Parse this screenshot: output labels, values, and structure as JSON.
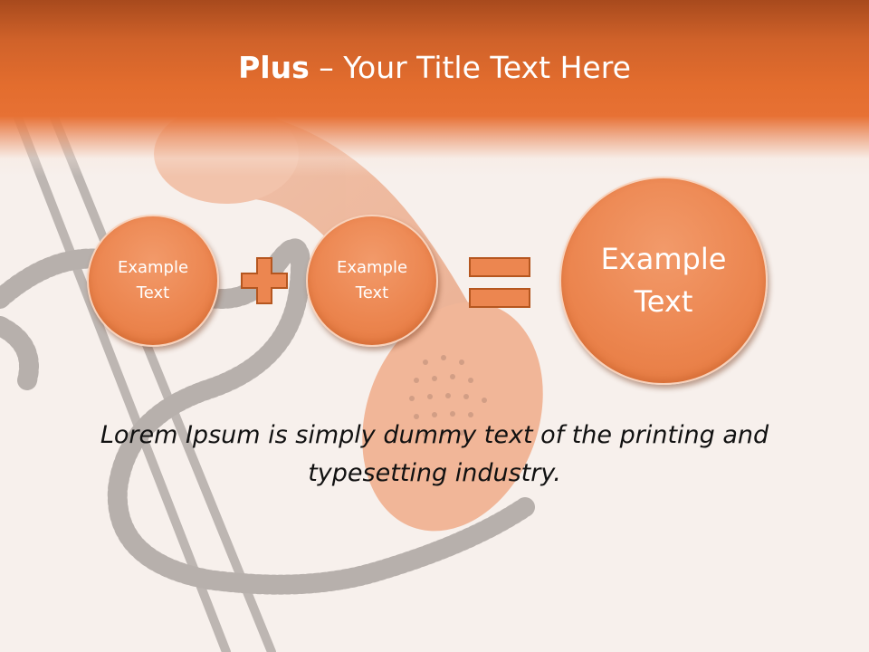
{
  "slide": {
    "title_bold": "Plus",
    "title_separator": " – ",
    "title_rest": "Your Title Text Here",
    "circle_1": {
      "line1": "Example",
      "line2": "Text"
    },
    "circle_2": {
      "line1": "Example",
      "line2": "Text"
    },
    "result_circle": {
      "line1": "Example",
      "line2": "Text"
    },
    "caption": "Lorem Ipsum is simply dummy text of the printing and typesetting industry."
  },
  "icons": {
    "operator_1": "plus-icon",
    "operator_2": "equals-icon"
  },
  "colors": {
    "accent": "#e36d2e",
    "circle_fill": "#ec8650",
    "title_text": "#ffffff"
  }
}
